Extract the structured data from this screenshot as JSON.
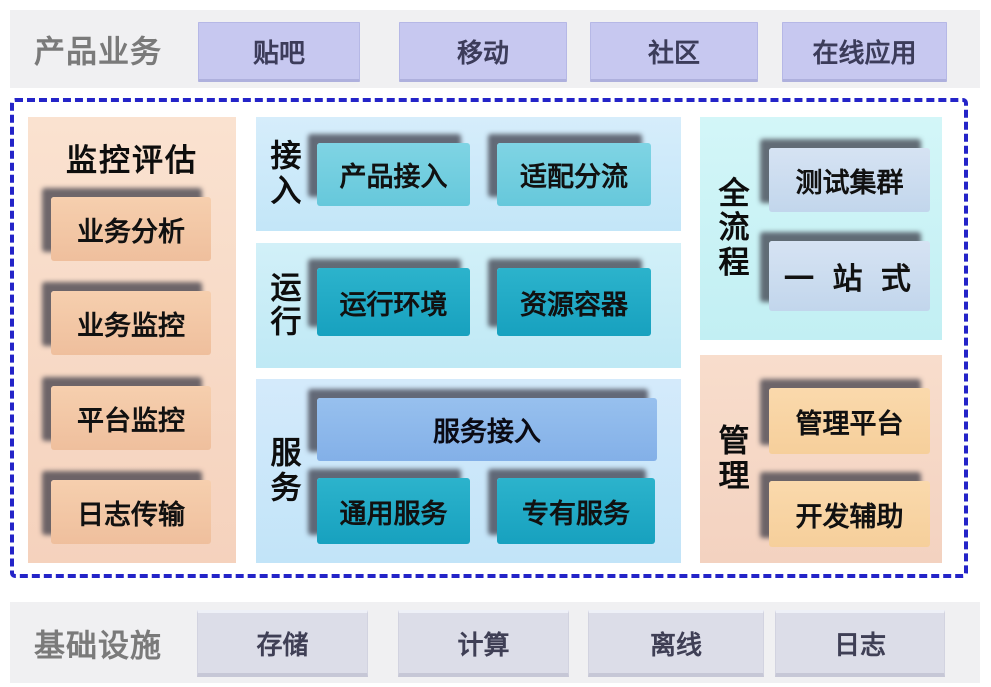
{
  "colors": {
    "dashed_border": "#2424c8",
    "bar_background": "#f0f0f2",
    "bar_label_gray": "#7a7a7a",
    "purple_box": "#c7c8f0",
    "gray_box": "#dcdde8",
    "peach_panel": "#f8dbc6",
    "peach_box": "#f3c8a6",
    "blue_panel": "#cbe8f9",
    "cyan_box": "#72cede",
    "teal_box": "#1fa9c4",
    "periwinkle_box": "#8db9ec",
    "cyan_panel": "#c9f3f6",
    "lightblue_box": "#ccdcf0",
    "orange_box": "#f8d5a5"
  },
  "top_bar": {
    "label": "产品业务",
    "items": [
      "贴吧",
      "移动",
      "社区",
      "在线应用"
    ]
  },
  "monitor": {
    "title": "监控评估",
    "items": [
      "业务分析",
      "业务监控",
      "平台监控",
      "日志传输"
    ]
  },
  "access": {
    "label": "接入",
    "items": [
      "产品接入",
      "适配分流"
    ]
  },
  "runtime": {
    "label": "运行",
    "items": [
      "运行环境",
      "资源容器"
    ]
  },
  "service": {
    "label": "服务",
    "wide_item": "服务接入",
    "items": [
      "通用服务",
      "专有服务"
    ]
  },
  "fullflow": {
    "label": "全流程",
    "items": [
      "测试集群",
      "一 站 式"
    ]
  },
  "management": {
    "label": "管理",
    "items": [
      "管理平台",
      "开发辅助"
    ]
  },
  "bottom_bar": {
    "label": "基础设施",
    "items": [
      "存储",
      "计算",
      "离线",
      "日志"
    ]
  }
}
